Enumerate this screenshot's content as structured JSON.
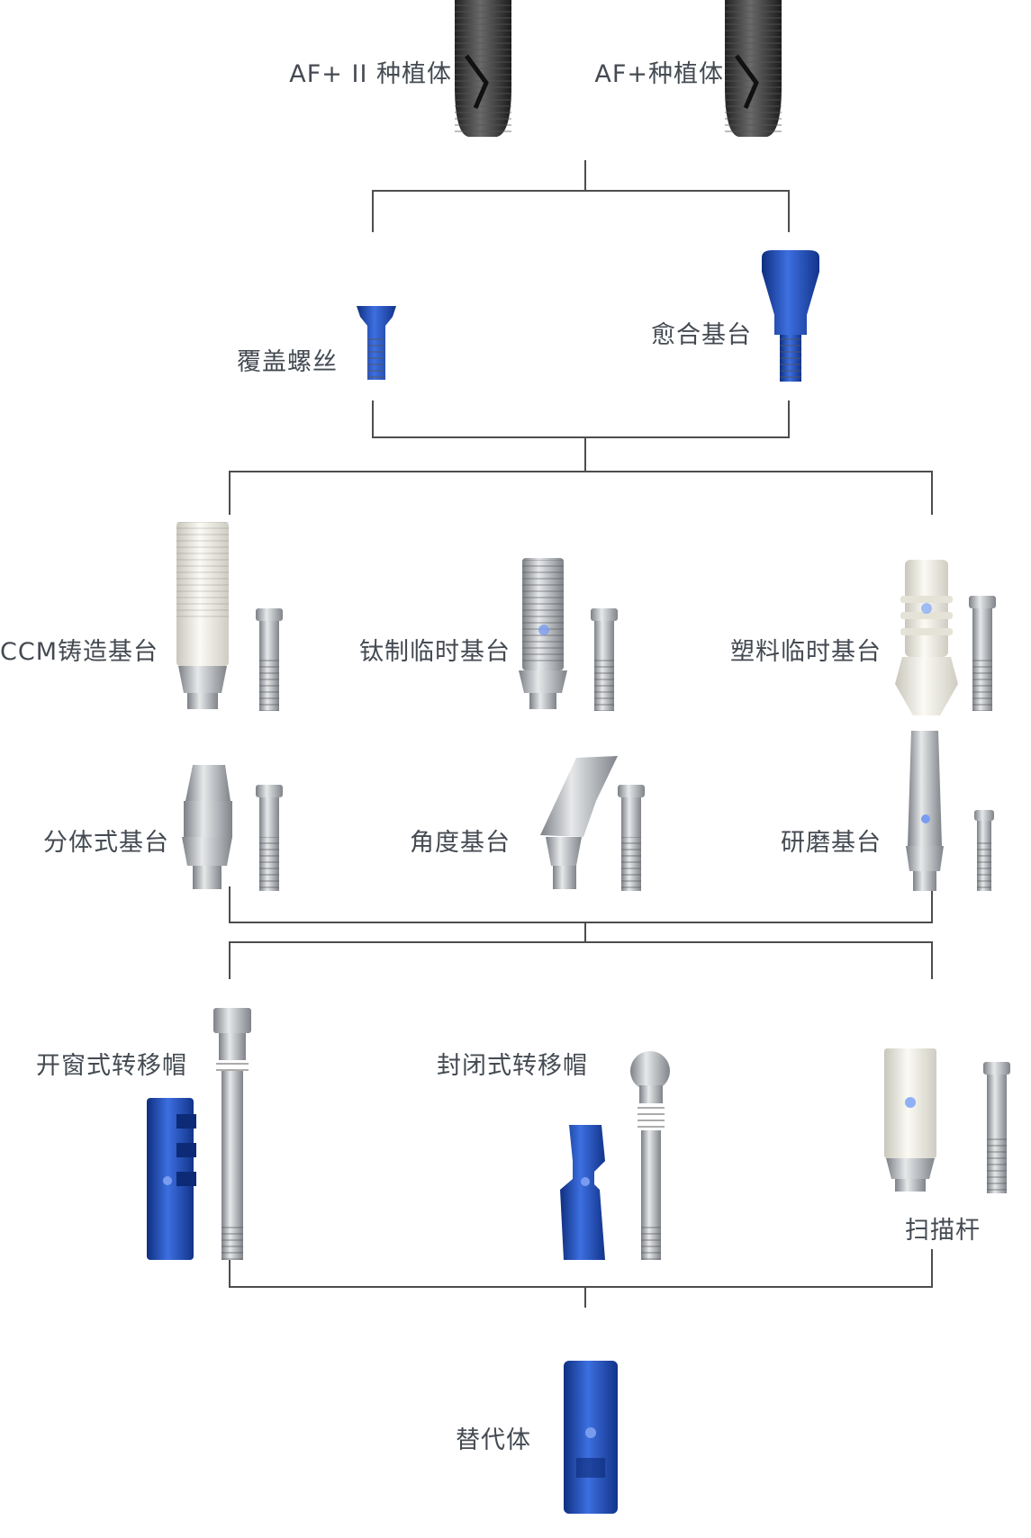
{
  "labels": {
    "af_ii": "AF+ II 种植体",
    "af": "AF+种植体",
    "cover_screw": "覆盖螺丝",
    "healing_abutment": "愈合基台",
    "ccm_abutment": "CCM铸造基台",
    "titanium_temp": "钛制临时基台",
    "plastic_temp": "塑料临时基台",
    "split_abutment": "分体式基台",
    "angled_abutment": "角度基台",
    "milling_abutment": "研磨基台",
    "open_tray": "开窗式转移帽",
    "closed_tray": "封闭式转移帽",
    "scan_body": "扫描杆",
    "analog": "替代体"
  },
  "colors": {
    "line": "#4d4d4d",
    "blue": "#1f4fb8",
    "titanium": "#b9bcc0",
    "implant": "#3a3a3a",
    "ceramic": "#ecebe2",
    "label": "#444a52"
  }
}
